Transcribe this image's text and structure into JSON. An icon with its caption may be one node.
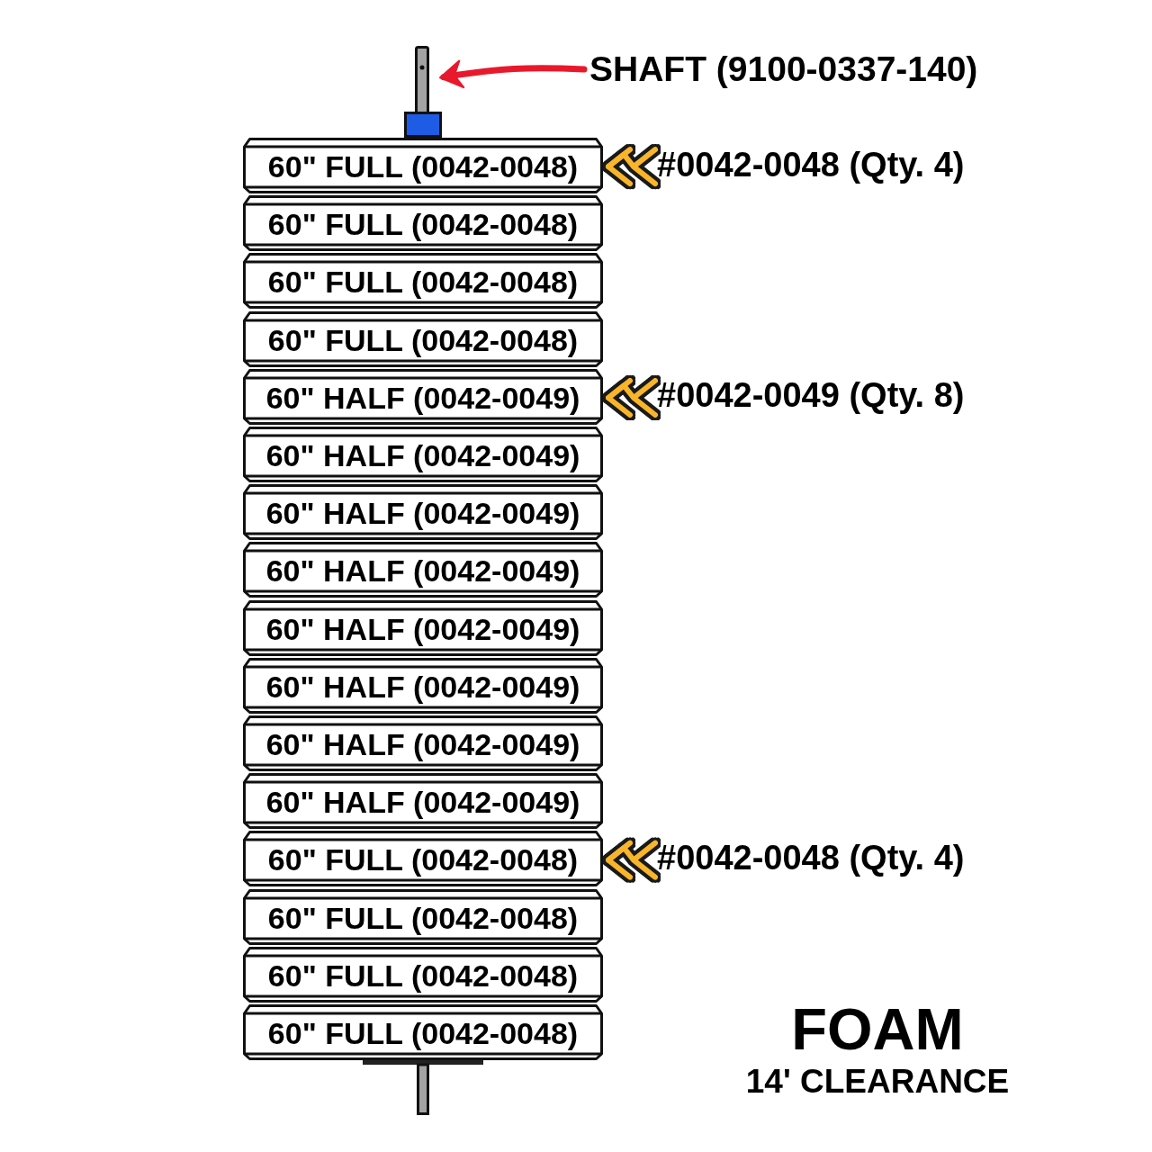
{
  "diagram": {
    "nodes": [
      {
        "text": [],
        "shape": "picture"
      },
      {
        "text": [
          "SHAFT (9100-0337-140)"
        ]
      },
      {
        "text": [
          "60\" FULL (0042-0048)"
        ]
      },
      {
        "text": [
          "#0042-0048 (Qty. 4)"
        ]
      },
      {
        "text": [
          "60\" FULL (0042-0048)"
        ]
      },
      {
        "text": [
          "60\" FULL (0042-0048)"
        ]
      },
      {
        "text": [
          "60\" FULL (0042-0048)"
        ]
      },
      {
        "text": [
          "60\" HALF (0042-0049)"
        ]
      },
      {
        "text": [
          "#0042-0049 (Qty. 8)"
        ]
      },
      {
        "text": [
          "60\" HALF (0042-0049)"
        ]
      },
      {
        "text": [
          "60\" HALF (0042-0049)"
        ]
      },
      {
        "text": [
          "60\" HALF (0042-0049)"
        ]
      },
      {
        "text": [
          "60\" HALF (0042-0049)"
        ]
      },
      {
        "text": [
          "60\" HALF (0042-0049)"
        ]
      },
      {
        "text": [
          "60\" HALF (0042-0049)"
        ]
      },
      {
        "text": [
          "60\" HALF (0042-0049)"
        ]
      },
      {
        "text": [
          "60\" FULL (0042-0048)"
        ]
      },
      {
        "text": [
          "#0042-0048 (Qty. 4)"
        ]
      },
      {
        "text": [
          "60\" FULL (0042-0048)"
        ]
      },
      {
        "text": [
          "60\" FULL (0042-0048)"
        ]
      },
      {
        "text": [
          "60\" FULL (0042-0048)"
        ]
      }
    ],
    "edges": [
      {
        "from": 1,
        "to": 0,
        "arrow": "to",
        "color": "#e8192c"
      },
      {
        "from": 3,
        "to": 2,
        "arrow": "to"
      },
      {
        "from": 8,
        "to": 7,
        "arrow": "to"
      },
      {
        "from": 17,
        "to": 16,
        "arrow": "to"
      }
    ],
    "labels": [
      "FOAM",
      "14' CLEARANCE"
    ]
  }
}
